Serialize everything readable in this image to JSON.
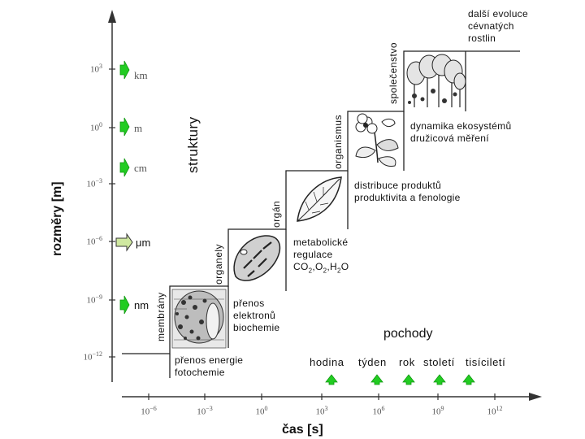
{
  "axes": {
    "y_title": "rozměry [m]",
    "x_title": "čas [s]",
    "y_ticks": [
      {
        "base": "10",
        "exp": "3"
      },
      {
        "base": "10",
        "exp": "0"
      },
      {
        "base": "10",
        "exp": "−3"
      },
      {
        "base": "10",
        "exp": "−6"
      },
      {
        "base": "10",
        "exp": "−9"
      },
      {
        "base": "10",
        "exp": "−12"
      }
    ],
    "x_ticks": [
      {
        "base": "10",
        "exp": "−6"
      },
      {
        "base": "10",
        "exp": "−3"
      },
      {
        "base": "10",
        "exp": "0"
      },
      {
        "base": "10",
        "exp": "3"
      },
      {
        "base": "10",
        "exp": "6"
      },
      {
        "base": "10",
        "exp": "9"
      },
      {
        "base": "10",
        "exp": "12"
      }
    ]
  },
  "units": {
    "km": "km",
    "m": "m",
    "cm": "cm",
    "um": "μm",
    "nm": "nm"
  },
  "scale_labels": {
    "membrany": "membrány",
    "organely": "organely",
    "organ": "orgán",
    "organismus": "organismus",
    "spolecenstvo": "společenstvo",
    "struktury": "struktury"
  },
  "descriptions": {
    "evoluce": [
      "další evoluce",
      "cévnatých",
      "rostlin"
    ],
    "dynamika": [
      "dynamika ekosystémů",
      "družicová měření"
    ],
    "distribuce": [
      "distribuce produktů",
      "produktivita a fenologie"
    ],
    "metabolicke": [
      "metabolické",
      "regulace"
    ],
    "metabolicke_formula": {
      "a": "CO",
      "s1": "2",
      "b": ",O",
      "s2": "2",
      "c": ",H",
      "s3": "2",
      "d": "O"
    },
    "prenos": [
      "přenos",
      "elektronů",
      "biochemie"
    ],
    "energie": [
      "přenos energie",
      "fotochemie"
    ]
  },
  "processes": {
    "title": "pochody",
    "items": [
      "hodina",
      "týden",
      "rok",
      "století",
      "tisíciletí"
    ]
  },
  "colors": {
    "arrow_green": "#22cc22",
    "arrow_green_dark": "#119911",
    "staircase": "#222222"
  }
}
